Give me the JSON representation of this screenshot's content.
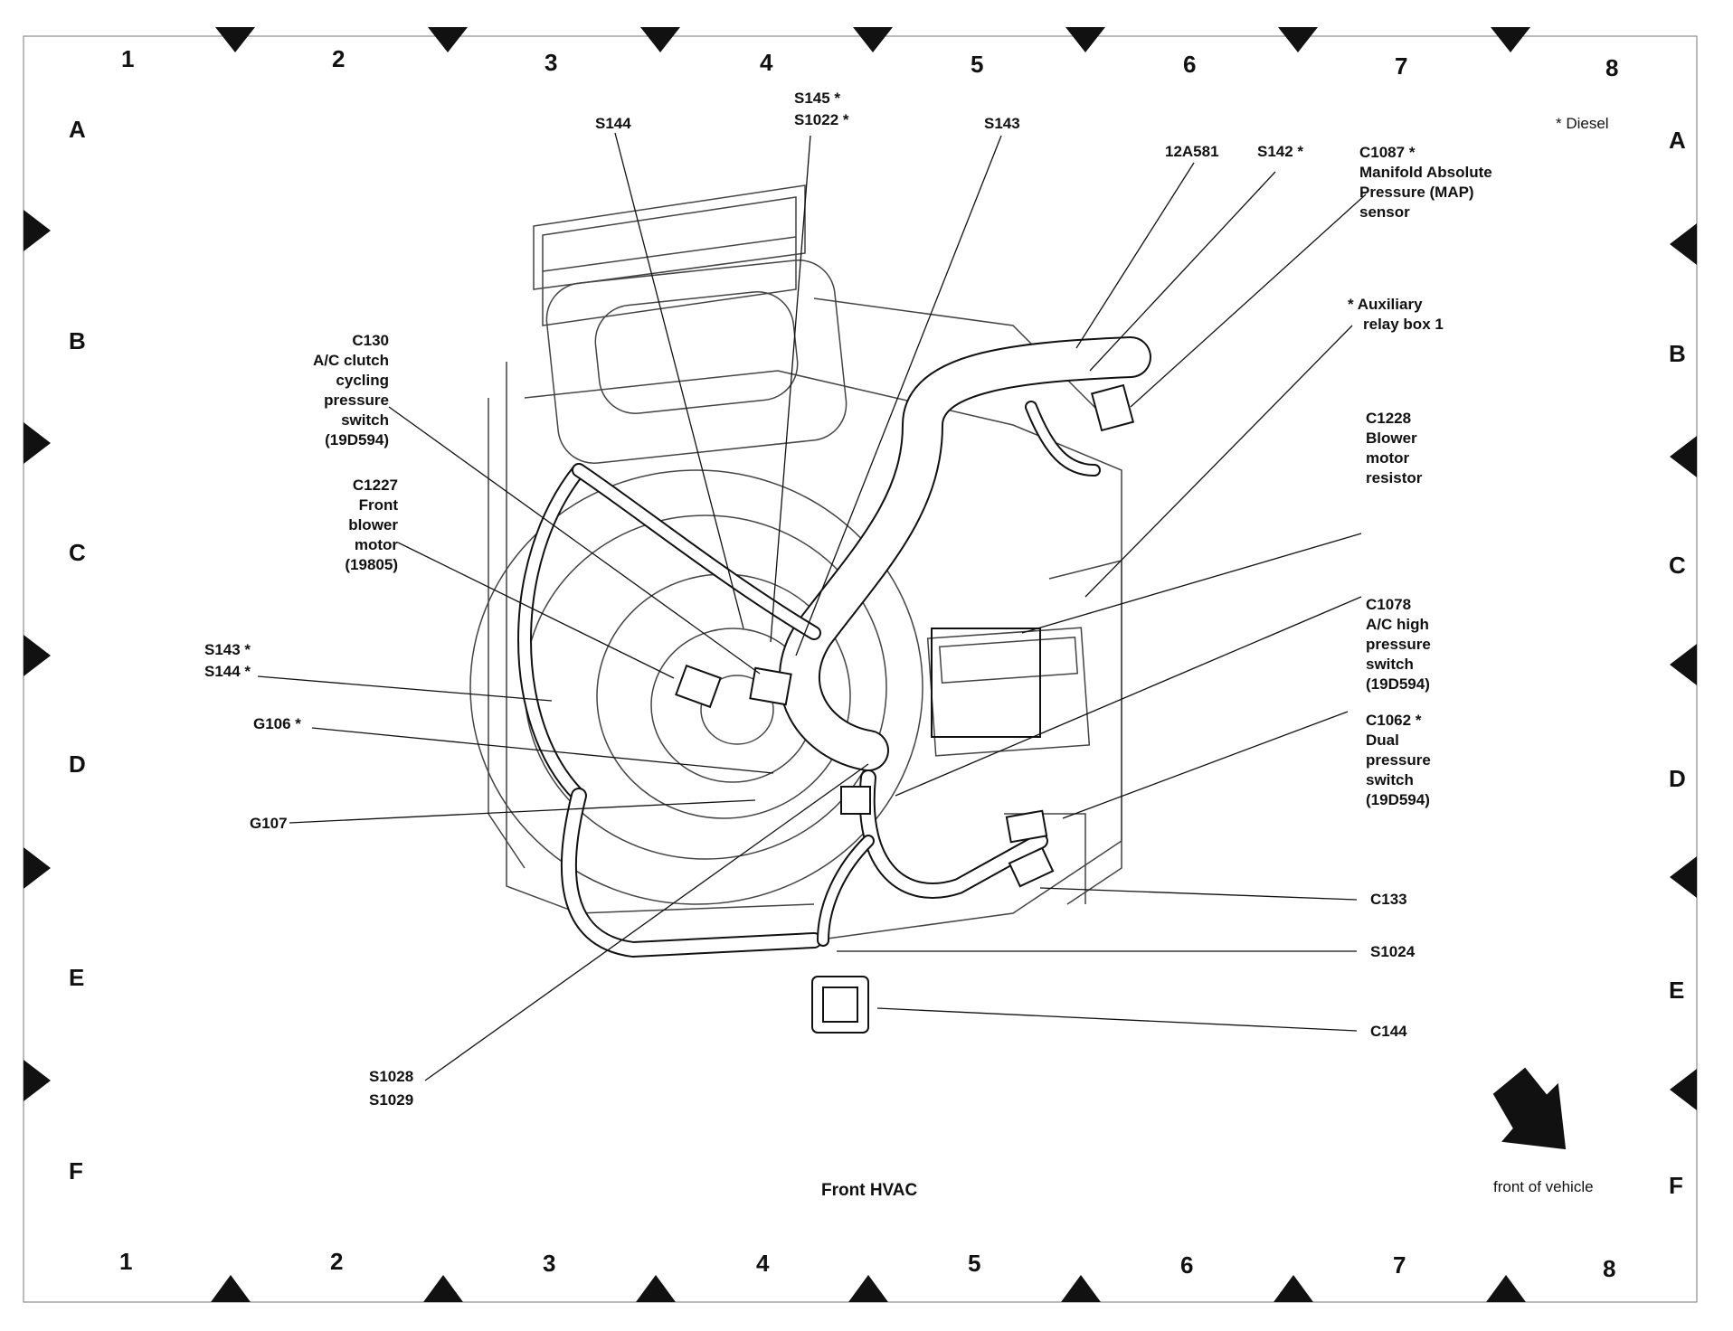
{
  "grid": {
    "columns": [
      "1",
      "2",
      "3",
      "4",
      "5",
      "6",
      "7",
      "8"
    ],
    "rows": [
      "A",
      "B",
      "C",
      "D",
      "E",
      "F"
    ]
  },
  "diesel_note": "* Diesel",
  "title": "Front HVAC",
  "front_of_vehicle": "front of vehicle",
  "callouts": {
    "s144_top": "S144",
    "s145": "S145 *",
    "s1022": "S1022 *",
    "s143_top": "S143",
    "a12a581": "12A581",
    "s142": "S142 *",
    "c1087": [
      "C1087 *",
      "Manifold Absolute",
      "Pressure (MAP)",
      "sensor"
    ],
    "aux": [
      "* Auxiliary",
      "relay box 1"
    ],
    "c130": [
      "C130",
      "A/C clutch",
      "cycling",
      "pressure",
      "switch",
      "(19D594)"
    ],
    "c1227": [
      "C1227",
      "Front",
      "blower",
      "motor",
      "(19805)"
    ],
    "c1228": [
      "C1228",
      "Blower",
      "motor",
      "resistor"
    ],
    "s143_left": "S143 *",
    "s144_left": "S144 *",
    "g106": "G106 *",
    "g107": "G107",
    "c1078": [
      "C1078",
      "A/C high",
      "pressure",
      "switch",
      "(19D594)"
    ],
    "c1062": [
      "C1062 *",
      "Dual",
      "pressure",
      "switch",
      "(19D594)"
    ],
    "c133": "C133",
    "s1024": "S1024",
    "c144": "C144",
    "s1028": "S1028",
    "s1029": "S1029"
  }
}
